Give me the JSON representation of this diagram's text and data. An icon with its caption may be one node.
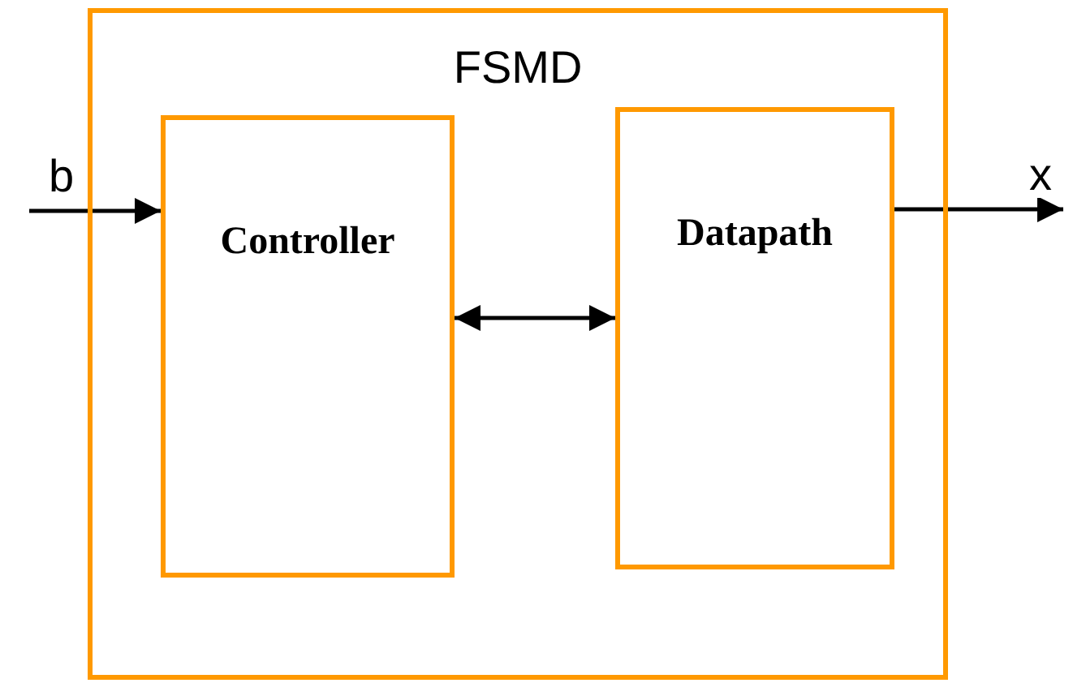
{
  "diagram": {
    "nodes": [
      {
        "text": [
          "FSMD"
        ]
      },
      {
        "text": [
          "Controller"
        ],
        "in": 0
      },
      {
        "text": [
          "Datapath"
        ],
        "in": 0
      }
    ],
    "edges": [
      {
        "from": null,
        "to": 1,
        "arrow": "to",
        "label": "b"
      },
      {
        "from": 2,
        "to": null,
        "arrow": "to",
        "label": "x"
      },
      {
        "from": 1,
        "to": 2,
        "arrow": "both"
      }
    ]
  }
}
